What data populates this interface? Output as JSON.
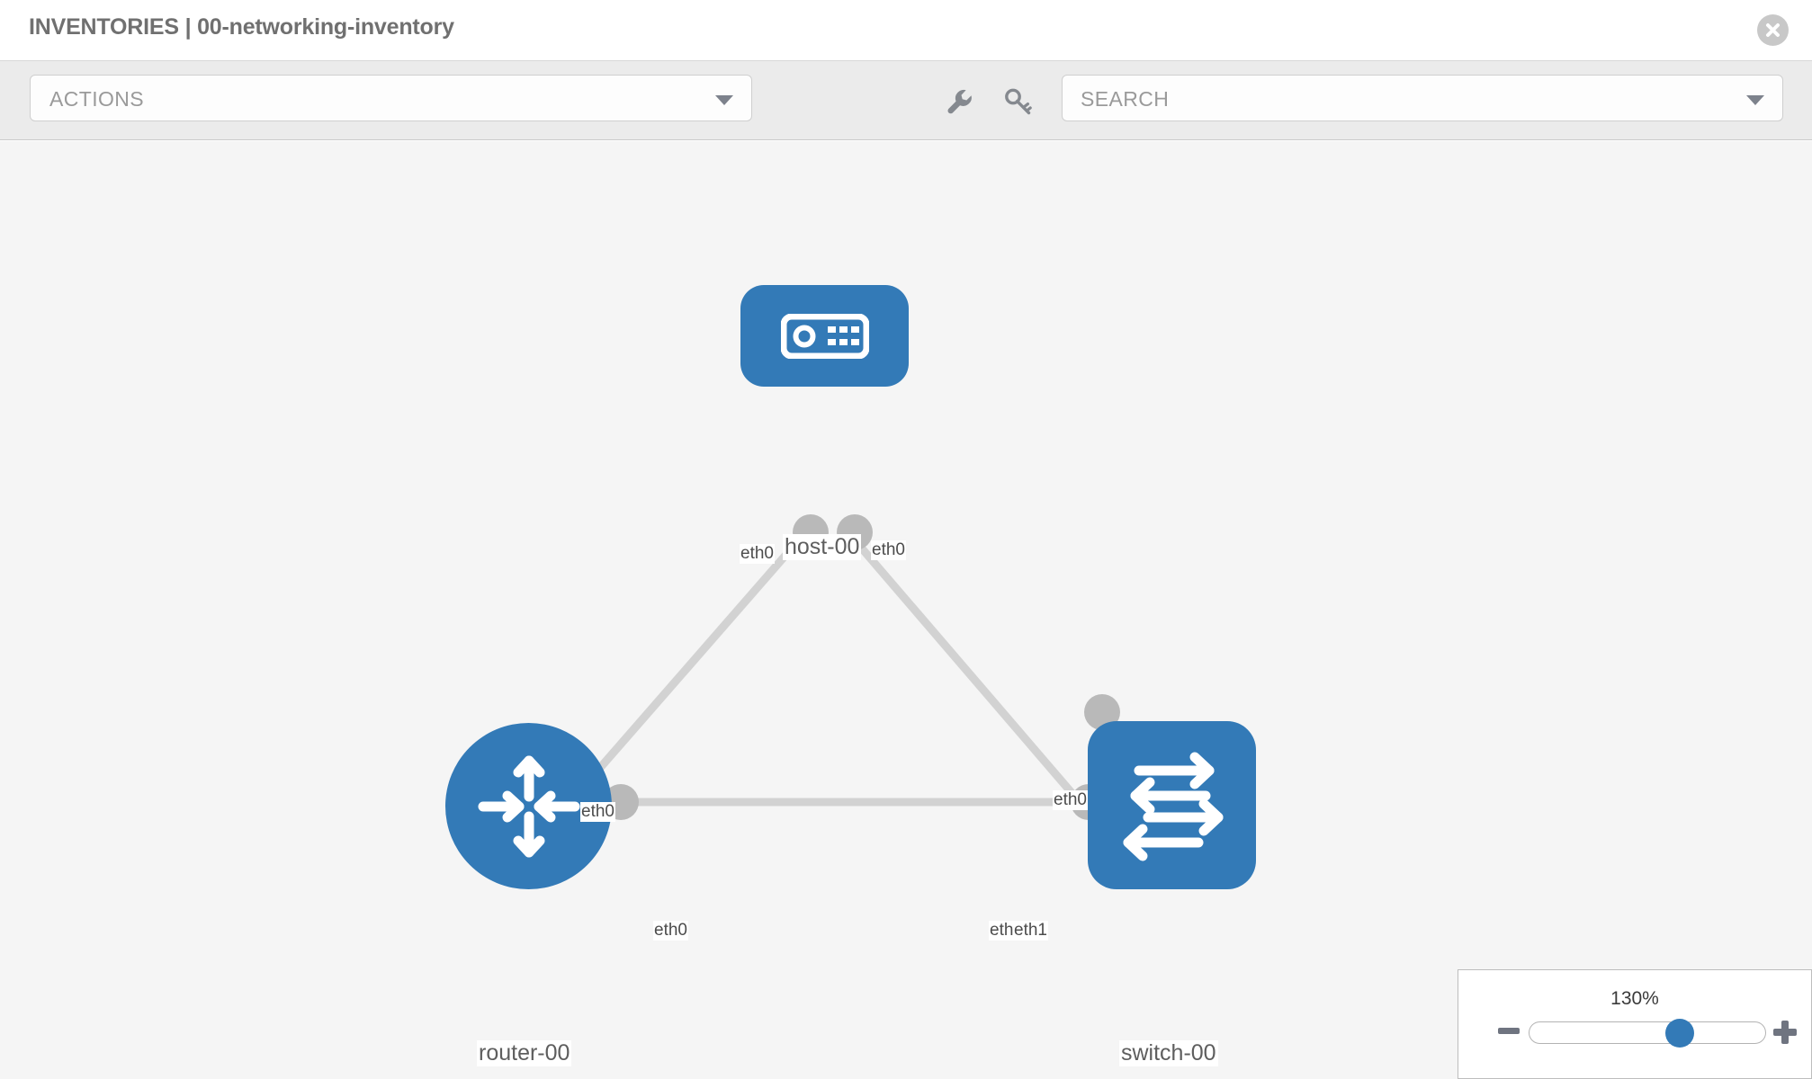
{
  "header": {
    "title": "INVENTORIES | 00-networking-inventory",
    "close_icon": "close-circle-icon"
  },
  "toolbar": {
    "actions_label": "ACTIONS",
    "actions_caret_icon": "chevron-down-icon",
    "wrench_icon": "wrench-icon",
    "key_icon": "key-icon",
    "search_placeholder": "SEARCH",
    "search_caret_icon": "chevron-down-icon"
  },
  "topology": {
    "nodes": [
      {
        "id": "host-00",
        "label": "host-00",
        "icon": "server-icon",
        "shape": "rounded-rect",
        "color": "#337ab7"
      },
      {
        "id": "router-00",
        "label": "router-00",
        "icon": "router-icon",
        "shape": "circle",
        "color": "#337ab7"
      },
      {
        "id": "switch-00",
        "label": "switch-00",
        "icon": "switch-icon",
        "shape": "rounded-rect",
        "color": "#337ab7"
      }
    ],
    "edges": [
      {
        "from": "router-00",
        "to": "host-00",
        "from_label": "eth0",
        "to_label": "eth0"
      },
      {
        "from": "host-00",
        "to": "switch-00",
        "from_label": "eth0",
        "to_label": "eth0"
      },
      {
        "from": "router-00",
        "to": "switch-00",
        "from_label": "eth0",
        "to_label": "eth1",
        "overlap_label": "eth"
      }
    ],
    "edge_labels": {
      "host_left": "eth0",
      "host_right": "eth0",
      "router_up": "eth0",
      "switch_up": "eth0",
      "router_right": "eth0",
      "switch_left_a": "eth",
      "switch_left_b": "eth1"
    }
  },
  "zoom_control": {
    "percent": "130%",
    "minus_icon": "minus-icon",
    "plus_icon": "plus-icon",
    "thumb_position_pct": 65
  }
}
